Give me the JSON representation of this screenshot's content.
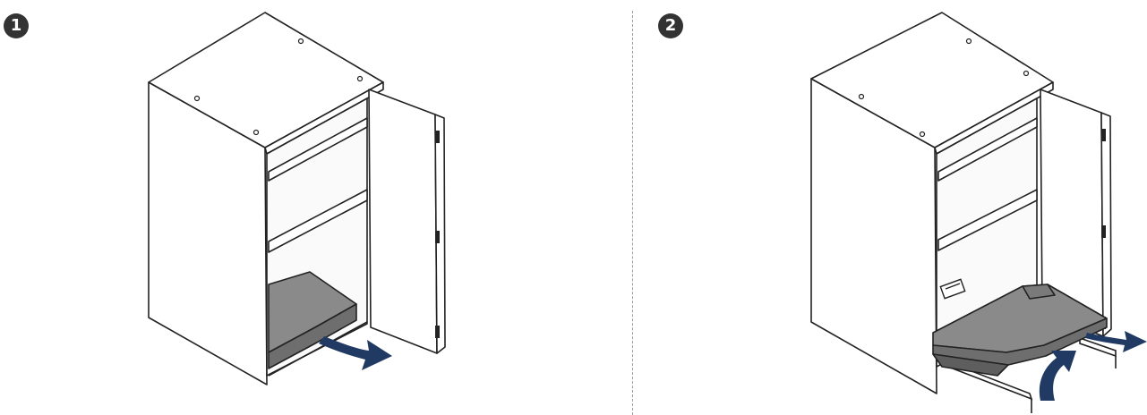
{
  "steps": [
    {
      "number": "1",
      "action": "pull-out-tray"
    },
    {
      "number": "2",
      "action": "extend-and-tilt-tray"
    }
  ],
  "colors": {
    "line": "#222222",
    "panel": "#ffffff",
    "tray_fill": "#8a8a8a",
    "tray_dark": "#6e6e6e",
    "arrow": "#213a63",
    "divider": "#9a9a9a"
  }
}
